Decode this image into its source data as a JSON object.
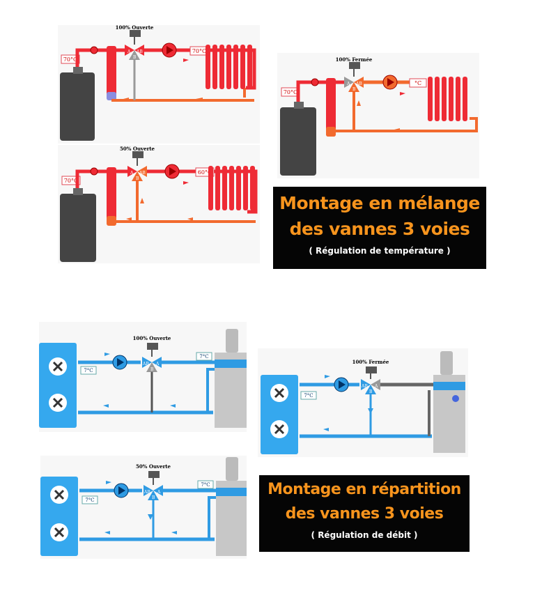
{
  "mixing": {
    "banner": {
      "line1": "Montage en mélange",
      "line2": "des vannes 3 voies",
      "line3": "( Régulation de température )"
    },
    "panels": [
      {
        "valve_label": "100% Ouverte",
        "boiler_temp": "70°C",
        "radiator_temp": "70°C"
      },
      {
        "valve_label": "100% Fermée",
        "boiler_temp": "70°C",
        "radiator_temp": "°C"
      },
      {
        "valve_label": "50% Ouverte",
        "boiler_temp": "70°C",
        "radiator_temp": "60°C"
      }
    ]
  },
  "diverting": {
    "banner": {
      "line1": "Montage en répartition",
      "line2": "des vannes 3 voies",
      "line3": "( Régulation de débit )"
    },
    "panels": [
      {
        "valve_label": "100% Ouverte",
        "temp_right": "7°C",
        "temp_left": "7°C"
      },
      {
        "valve_label": "100% Fermée",
        "temp_left": "7°C"
      },
      {
        "valve_label": "50% Ouverte",
        "temp_right": "7°C",
        "temp_left": "7°C"
      }
    ]
  },
  "valve_ports": {
    "a": "A",
    "ab": "AB",
    "b": "B"
  },
  "colors": {
    "hot": "#ee2b35",
    "warm": "#f26a2e",
    "cold": "#2f9be3",
    "dark_pipe": "#555555",
    "banner_text": "#f7941d"
  }
}
